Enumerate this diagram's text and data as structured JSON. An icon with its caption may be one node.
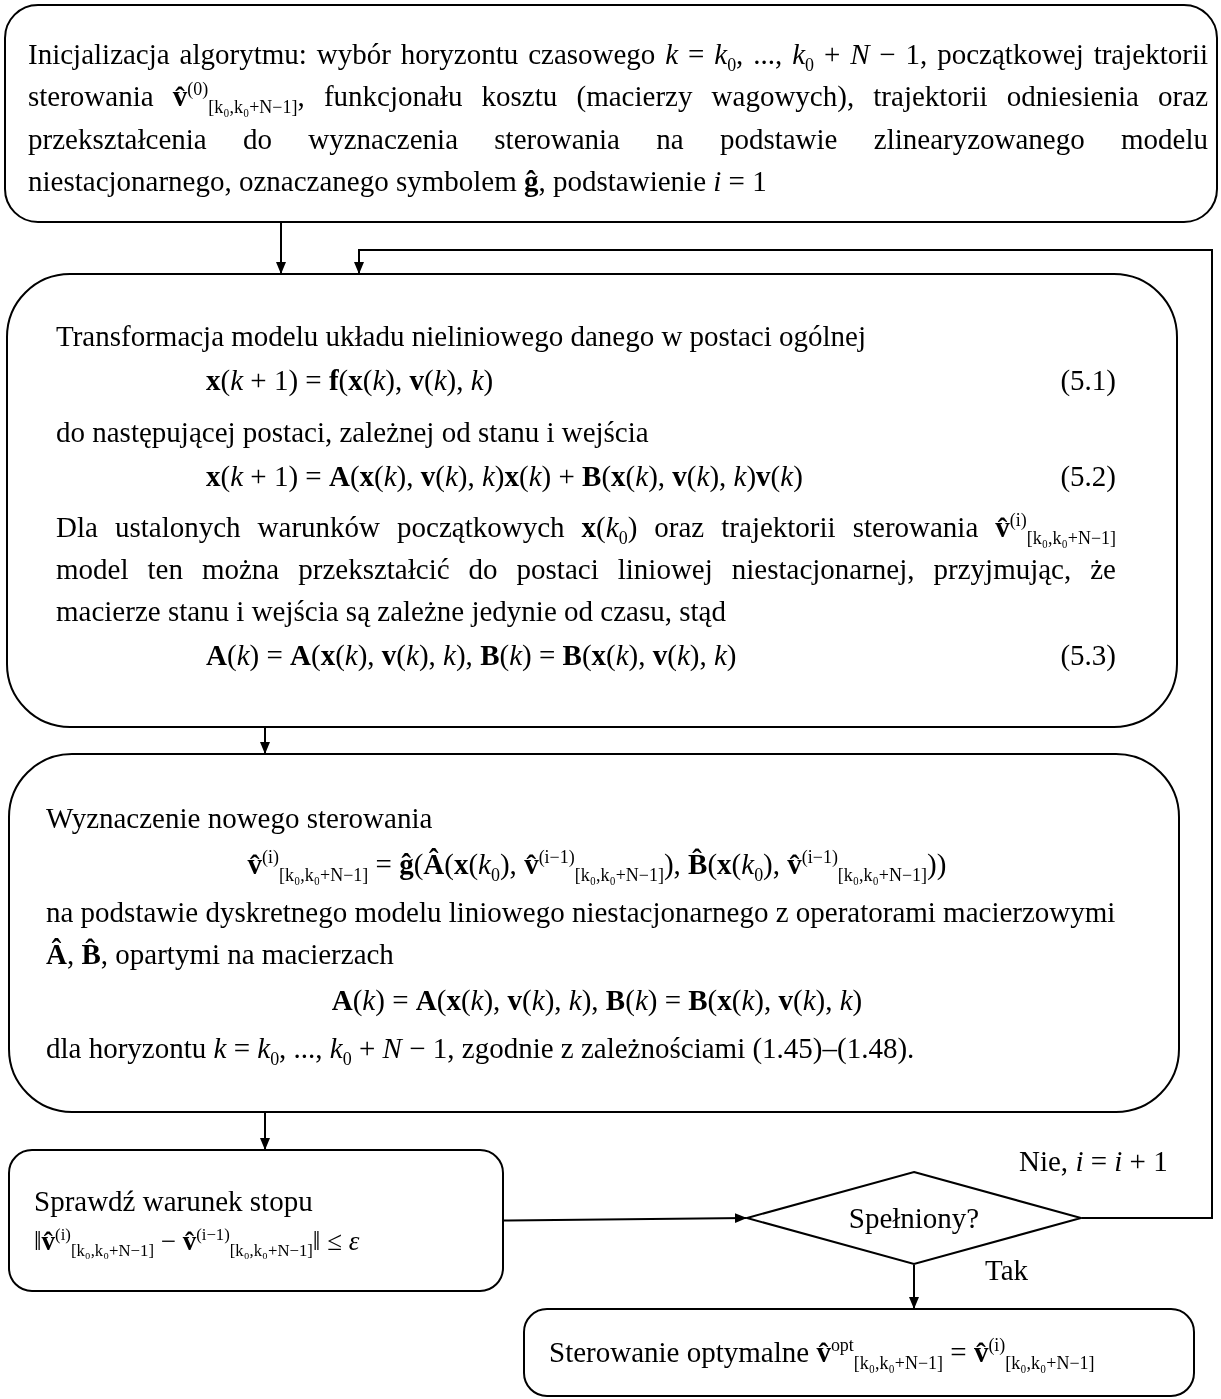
{
  "diagram": {
    "nodes": [
      {
        "text": [
          "Inicjalizacja algorytmu: wybór horyzontu czasowego *k* = *k*$_{0}$, ..., *k*$_{0}$ + *N* − 1, początkowej trajektorii sterowania **v̂**$^{(0)}$$_{[k₀,k₀+N−1]}$, funkcjonału kosztu (macierzy wagowych), trajektorii odniesienia oraz przekształcenia do wyznaczenia sterowania na podstawie zlinearyzowanego modelu niestacjonarnego, oznaczanego symbolem **ĝ**, podstawienie *i* = 1"
        ]
      },
      {
        "text": [
          "Transformacja modelu układu nieliniowego danego w postaci ogólnej",
          "**x**(*k* + 1) = **f**(**x**(*k*), **v**(*k*), *k*)",
          "(5.1)",
          "do następującej postaci, zależnej od stanu i wejścia",
          "**x**(*k* + 1) = **A**(**x**(*k*), **v**(*k*), *k*)**x**(*k*) + **B**(**x**(*k*), **v**(*k*), *k*)**v**(*k*)",
          "(5.2)",
          "Dla ustalonych warunków początkowych **x**(*k*$_{0}$) oraz trajektorii sterowania **v̂**$^{(i)}$$_{[k₀,k₀+N−1]}$ model ten można przekształcić do postaci liniowej niestacjonarnej, przyjmując, że macierze stanu i wejścia są zależne jedynie od czasu, stąd",
          "**A**(*k*) = **A**(**x**(*k*), **v**(*k*), *k*), **B**(*k*) = **B**(**x**(*k*), **v**(*k*), *k*)",
          "(5.3)"
        ]
      },
      {
        "text": [
          "Wyznaczenie nowego sterowania",
          "**v̂**$^{(i)}$$_{[k₀,k₀+N−1]}$ = **ĝ**(**Â**(**x**(*k*$_{0}$), **v̂**$^{(i−1)}$$_{[k₀,k₀+N−1]}$), **B̂**(**x**(*k*$_{0}$), **v̂**$^{(i−1)}$$_{[k₀,k₀+N−1]}$))",
          "na podstawie dyskretnego modelu liniowego niestacjonarnego z operatorami macierzowymi **Â**, **B̂**, opartymi na macierzach",
          "**A**(*k*) = **A**(**x**(*k*), **v**(*k*), *k*), **B**(*k*) = **B**(**x**(*k*), **v**(*k*), *k*)",
          "dla horyzontu *k* = *k*$_{0}$, ..., *k*$_{0}$ + *N* − 1, zgodnie z zależnościami (1.45)–(1.48)."
        ]
      },
      {
        "text": [
          "Sprawdź warunek stopu",
          "‖**v̂**$^{(i)}$$_{[k₀,k₀+N−1]}$ − **v̂**$^{(i−1)}$$_{[k₀,k₀+N−1]}$‖ ≤ *ε*"
        ]
      },
      {
        "text": [
          "Spełniony?"
        ]
      },
      {
        "text": [
          "Sterowanie optymalne **v̂**$^{opt}$$_{[k₀,k₀+N−1]}$ = **v̂**$^{(i)}$$_{[k₀,k₀+N−1]}$"
        ]
      }
    ],
    "edges": [
      {
        "from": 0,
        "to": 1,
        "arrow": "to"
      },
      {
        "from": 1,
        "to": 2,
        "arrow": "to"
      },
      {
        "from": 2,
        "to": 3,
        "arrow": "to"
      },
      {
        "from": 3,
        "to": 4,
        "arrow": "to"
      },
      {
        "from": 4,
        "to": 5,
        "arrow": "to",
        "label": "Tak"
      },
      {
        "from": 4,
        "to": 1,
        "arrow": "to",
        "label": "Nie, *i* = *i* + 1"
      }
    ]
  }
}
